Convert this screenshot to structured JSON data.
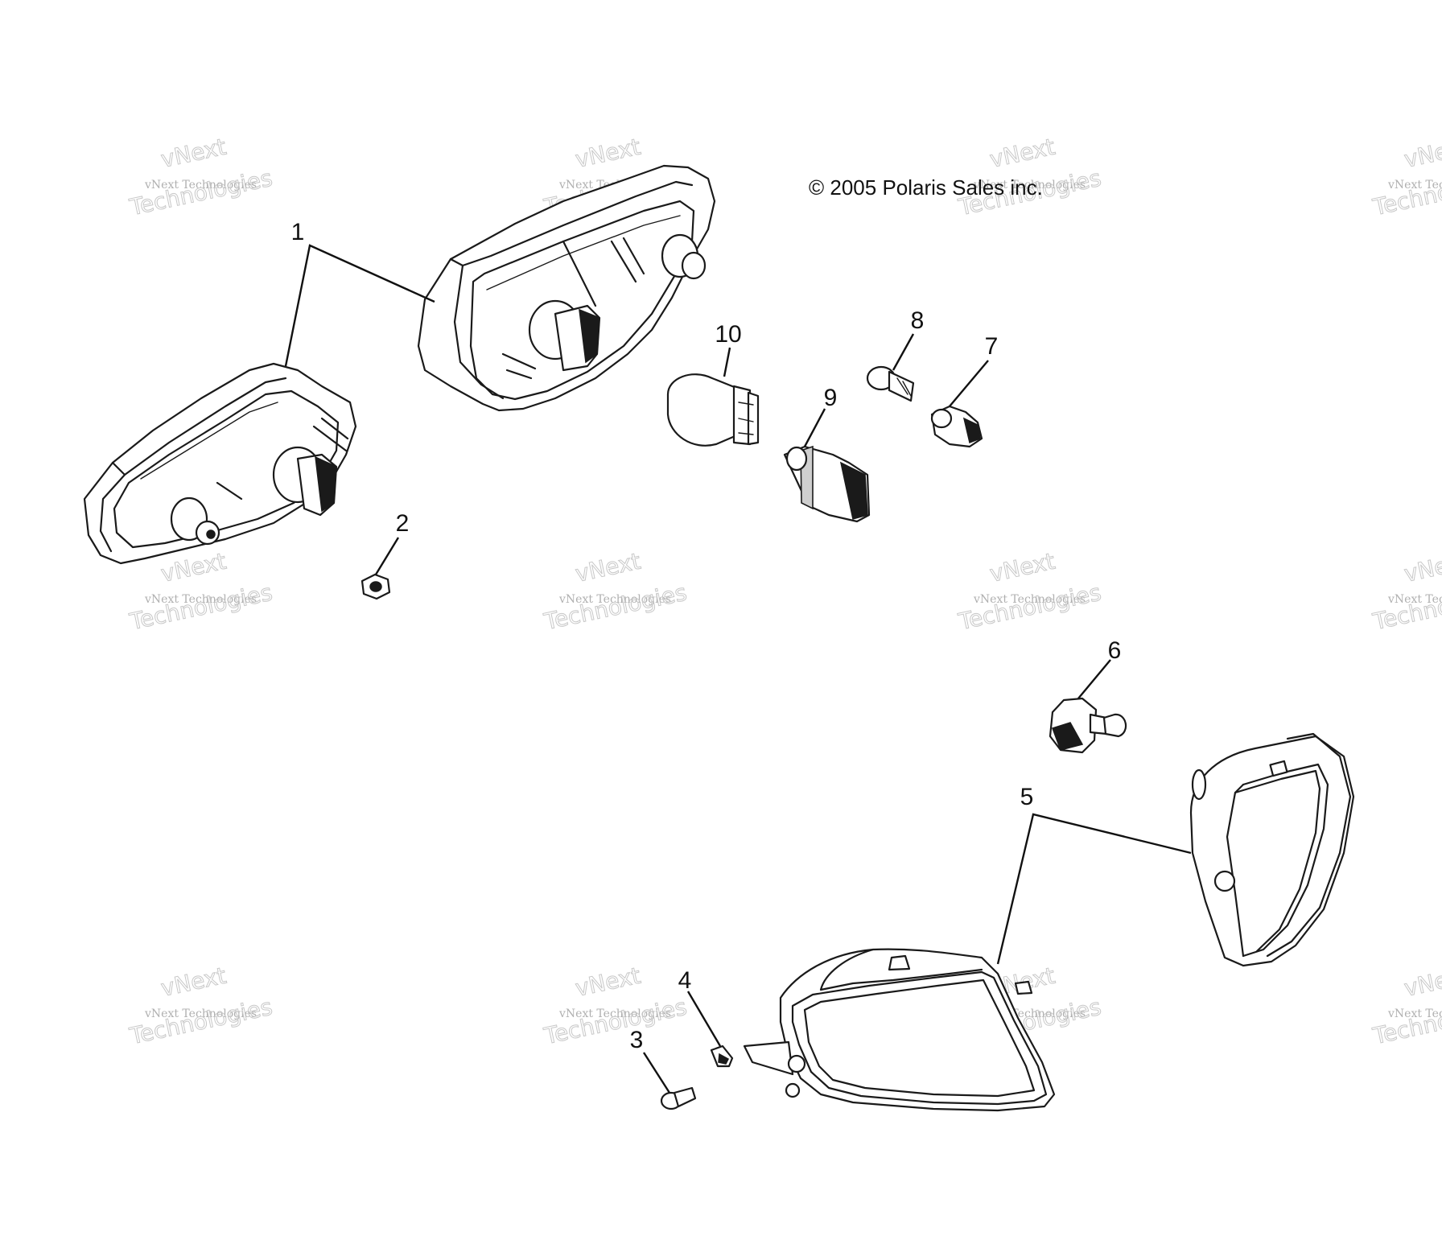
{
  "copyright": "© 2005 Polaris Sales inc.",
  "watermark": {
    "line1": "vNext",
    "line2": "vNext Technologies",
    "line3": "Technologies"
  },
  "callouts": {
    "c1": "1",
    "c2": "2",
    "c3": "3",
    "c4": "4",
    "c5": "5",
    "c6": "6",
    "c7": "7",
    "c8": "8",
    "c9": "9",
    "c10": "10"
  }
}
